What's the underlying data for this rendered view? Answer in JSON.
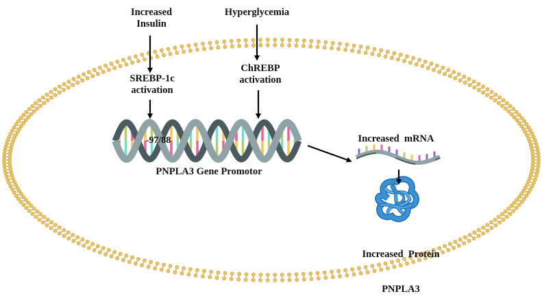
{
  "title": "PNPLA3 transcriptional regulation diagram",
  "colors": {
    "membrane": "#e8c468",
    "membrane_stroke": "#c9a13a",
    "dna_backbone_light": "#8fa3a6",
    "dna_backbone_dark": "#4a5a5e",
    "base_pink": "#e5639e",
    "base_yellow": "#f2c65a",
    "base_green": "#b5cc6a",
    "base_teal": "#6fe0c6",
    "base_purple": "#9a63c9",
    "protein": "#2d86c9",
    "arrow": "#000000"
  },
  "labels": {
    "insulin": [
      "Increased",
      "Insulin"
    ],
    "hyperglycemia": "Hyperglycemia",
    "srebp": [
      "SREBP-1c",
      "activation"
    ],
    "chrebp": [
      "ChREBP",
      "activation"
    ],
    "promoter_site": "-97/88",
    "promoter": "PNPLA3 Gene Promotor",
    "mrna": "Increased  mRNA",
    "protein": [
      "Increased  Protein",
      "PNPLA3"
    ]
  },
  "nodes": [
    {
      "id": "insulin",
      "label": "Increased Insulin"
    },
    {
      "id": "hyperglycemia",
      "label": "Hyperglycemia"
    },
    {
      "id": "srebp",
      "label": "SREBP-1c activation"
    },
    {
      "id": "chrebp",
      "label": "ChREBP activation"
    },
    {
      "id": "promoter",
      "label": "PNPLA3 Gene Promotor"
    },
    {
      "id": "mrna",
      "label": "Increased mRNA"
    },
    {
      "id": "protein",
      "label": "Increased Protein PNPLA3"
    }
  ],
  "edges": [
    {
      "from": "insulin",
      "to": "srebp"
    },
    {
      "from": "srebp",
      "to": "promoter"
    },
    {
      "from": "hyperglycemia",
      "to": "chrebp"
    },
    {
      "from": "chrebp",
      "to": "promoter"
    },
    {
      "from": "promoter",
      "to": "mrna"
    },
    {
      "from": "mrna",
      "to": "protein"
    }
  ]
}
